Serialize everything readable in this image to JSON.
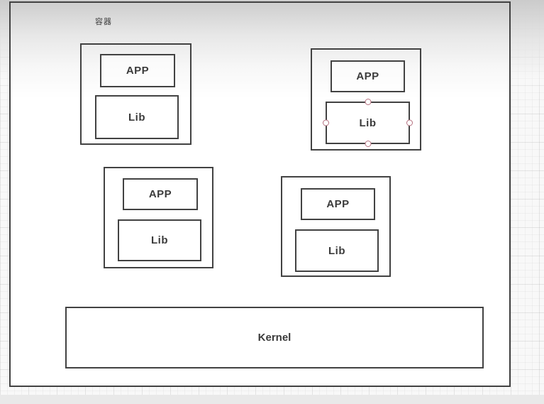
{
  "diagram": {
    "title": "容器",
    "kernel_label": "Kernel",
    "containers": [
      {
        "name": "container-1",
        "app_label": "APP",
        "lib_label": "Lib",
        "selected": false
      },
      {
        "name": "container-2",
        "app_label": "APP",
        "lib_label": "Lib",
        "selected": true
      },
      {
        "name": "container-3",
        "app_label": "APP",
        "lib_label": "Lib",
        "selected": false
      },
      {
        "name": "container-4",
        "app_label": "APP",
        "lib_label": "Lib",
        "selected": false
      }
    ]
  },
  "colors": {
    "shape_border": "#424242",
    "shape_text": "#3b3b3b",
    "selection_handle": "#b5707f",
    "top_gradient": "#cbcbcb",
    "bottom_bar": "#e9e9e9"
  }
}
